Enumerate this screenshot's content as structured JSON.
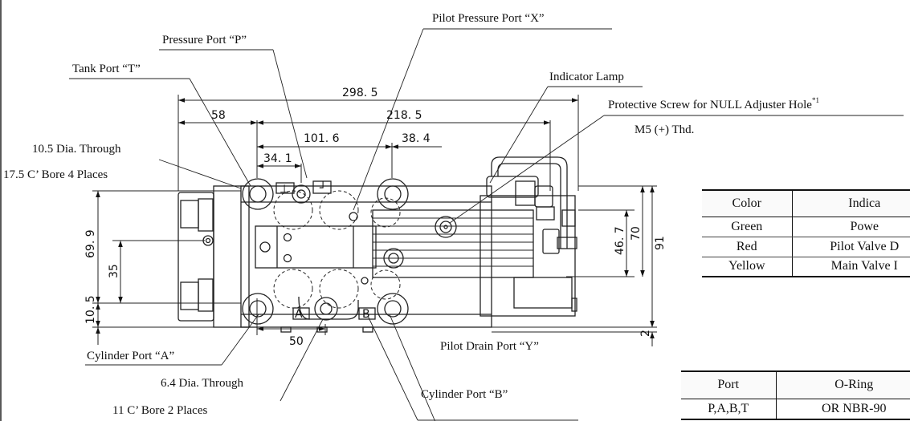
{
  "callouts": {
    "pilot_pressure_port": "Pilot Pressure Port “X”",
    "pressure_port": "Pressure Port “P”",
    "tank_port": "Tank Port “T”",
    "indicator_lamp": "Indicator Lamp",
    "protective_screw": "Protective Screw for NULL Adjuster Hole",
    "protective_screw_note": "*1",
    "m5_thread": "M5  (+)  Thd.",
    "through_hole_large": "10.5 Dia. Through",
    "counterbore_large": "17.5 C’ Bore 4 Places",
    "cylinder_port_a": "Cylinder Port “A”",
    "pilot_drain_port": "Pilot Drain Port “Y”",
    "through_hole_small": "6.4 Dia. Through",
    "cylinder_port_b": "Cylinder Port “B”",
    "counterbore_small": "11 C’ Bore 2 Places"
  },
  "dimensions": {
    "overall_length": "298. 5",
    "length_218": "218. 5",
    "len_58": "58",
    "len_101": "101. 6",
    "len_38": "38. 4",
    "len_34": "34. 1",
    "height_69": "69. 9",
    "height_35": "35",
    "height_10": "10. 5",
    "width_50": "50",
    "height_46": "46. 7",
    "height_70": "70",
    "height_91": "91",
    "height_2": "2"
  },
  "port_markings": {
    "a": "A",
    "b": "B"
  },
  "indicator_table": {
    "headers": [
      "Color",
      "Indica"
    ],
    "rows": [
      [
        "Green",
        "Powe"
      ],
      [
        "Red",
        "Pilot Valve D"
      ],
      [
        "Yellow",
        "Main Valve I"
      ]
    ]
  },
  "oring_table": {
    "headers": [
      "Port",
      "O-Ring"
    ],
    "rows": [
      [
        "P,A,B,T",
        "OR NBR-90"
      ]
    ]
  }
}
